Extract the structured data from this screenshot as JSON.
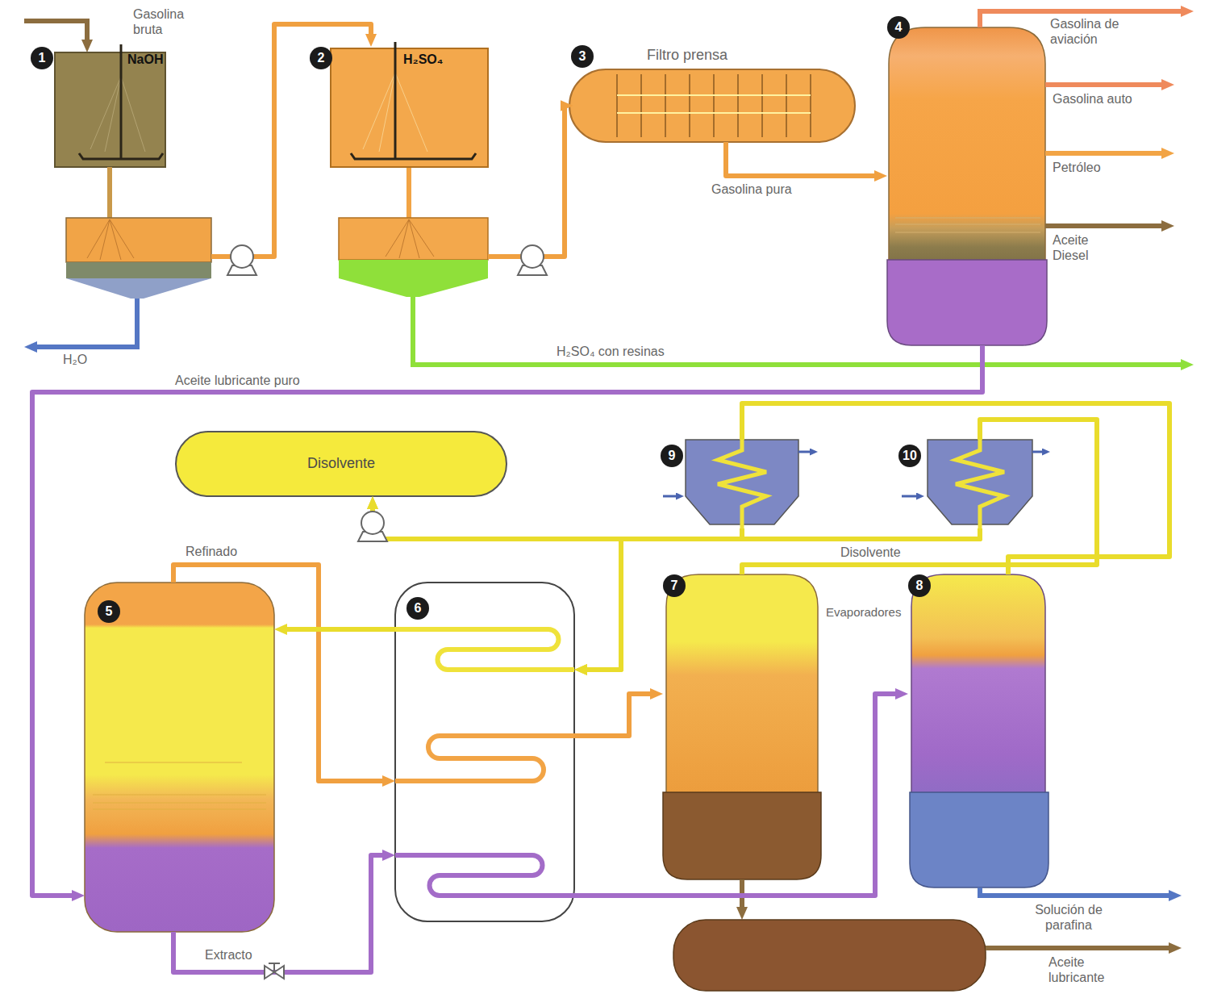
{
  "diagram": {
    "nodes": [
      {
        "text": [
          "1",
          "NaOH"
        ]
      },
      {
        "text": [
          "2",
          "H₂SO₄"
        ]
      },
      {
        "text": [
          "3",
          "Filtro prensa"
        ]
      },
      {
        "text": [
          "4"
        ]
      },
      {
        "text": [
          "Disolvente"
        ]
      },
      {
        "text": [
          "9"
        ]
      },
      {
        "text": [
          "10"
        ]
      },
      {
        "text": [
          "5"
        ]
      },
      {
        "text": [
          "6"
        ]
      },
      {
        "text": [
          "7"
        ]
      },
      {
        "text": [
          "8"
        ]
      }
    ],
    "edges": [
      {
        "from": 0,
        "to": 1,
        "arrow": "to"
      },
      {
        "from": 1,
        "to": 2,
        "arrow": "to"
      },
      {
        "from": 2,
        "to": 3,
        "label": "Gasolina pura",
        "arrow": "to"
      },
      {
        "from": 3,
        "to": 7,
        "label": "Aceite lubricante puro",
        "arrow": "to"
      },
      {
        "from": 7,
        "to": 8,
        "label": "Refinado",
        "arrow": "to"
      },
      {
        "from": 8,
        "to": 9,
        "arrow": "to"
      },
      {
        "from": 7,
        "to": 8,
        "label": "Extracto",
        "arrow": "to"
      },
      {
        "from": 8,
        "to": 10,
        "arrow": "to"
      },
      {
        "from": 5,
        "to": 8,
        "arrow": "to"
      },
      {
        "from": 6,
        "to": 8,
        "arrow": "to"
      },
      {
        "from": 8,
        "to": 7,
        "arrow": "to"
      },
      {
        "from": 5,
        "to": 4,
        "arrow": "to"
      },
      {
        "from": 6,
        "to": 4,
        "label": "Disolvente",
        "arrow": "to"
      },
      {
        "from": 10,
        "to": 5,
        "arrow": "none"
      },
      {
        "from": 9,
        "to": 6,
        "arrow": "none"
      }
    ],
    "labels": [
      "Gasolina bruta",
      "H₂O",
      "H₂SO₄ con resinas",
      "Gasolina de aviación",
      "Gasolina auto",
      "Petróleo",
      "Aceite Diesel",
      "Evaporadores",
      "Solución de parafina",
      "Aceite lubricante"
    ]
  }
}
